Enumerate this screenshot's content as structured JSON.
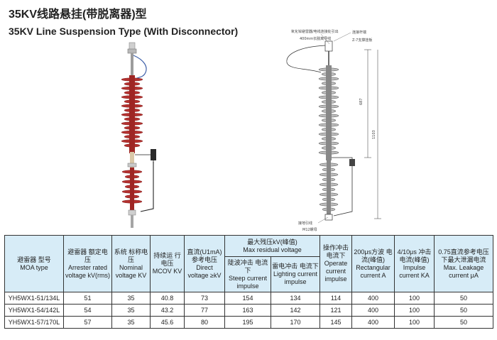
{
  "title_cn": "35KV线路悬挂(带脱离器)型",
  "title_en": "35KV Line Suspension Type (With Disconnector)",
  "drawing": {
    "callouts": [
      "氧化锌避雷器/电线连接处引出",
      "400mm长脱离导线",
      "连接杆端",
      "Z-7支撑挂板",
      "接地引线",
      "M12螺母"
    ],
    "dimensions": [
      "687",
      "1103"
    ]
  },
  "table": {
    "headers": {
      "model": {
        "cn": "避雷器 型号",
        "en": "MOA type"
      },
      "rated_voltage": {
        "cn": "避雷器 额定电压",
        "en": "Arrester rated voltage kV(rms)"
      },
      "nominal_voltage": {
        "cn": "系统 标称电压",
        "en": "Nominal voltage KV"
      },
      "mcov": {
        "cn": "持续运 行电压",
        "en": "MCOV KV"
      },
      "ref_voltage": {
        "cn": "直流(U1mA) 参考电压",
        "en": "Direct voltage ≥kV"
      },
      "residual": {
        "cn": "最大残压kV(峰值)",
        "en": "Max residual voltage"
      },
      "steep": {
        "cn": "陡波冲击 电流下",
        "en": "Steep current impulse"
      },
      "lightning": {
        "cn": "雷电冲击 电流下",
        "en": "Lighting current impulse"
      },
      "operate": {
        "cn": "操作冲击 电流下",
        "en": "Operate current impulse"
      },
      "rect": {
        "cn": "200μs方波 电流(峰值)",
        "en": "Rectangular current A"
      },
      "impulse": {
        "cn": "4/10μs 冲击 电流(峰值)",
        "en": "Impulse current KA"
      },
      "leakage": {
        "cn": "0.75直流参考电压 下最大泄漏电流",
        "en": "Max. Leakage current μA"
      }
    },
    "rows": [
      [
        "YH5WX1-51/134L",
        "51",
        "35",
        "40.8",
        "73",
        "154",
        "134",
        "114",
        "400",
        "100",
        "50"
      ],
      [
        "YH5WX1-54/142L",
        "54",
        "35",
        "43.2",
        "77",
        "163",
        "142",
        "121",
        "400",
        "100",
        "50"
      ],
      [
        "YH5WX1-57/170L",
        "57",
        "35",
        "45.6",
        "80",
        "195",
        "170",
        "145",
        "400",
        "100",
        "50"
      ]
    ]
  },
  "colors": {
    "header_bg": "#d7ecf7",
    "insulator_red": "#b5312f"
  }
}
